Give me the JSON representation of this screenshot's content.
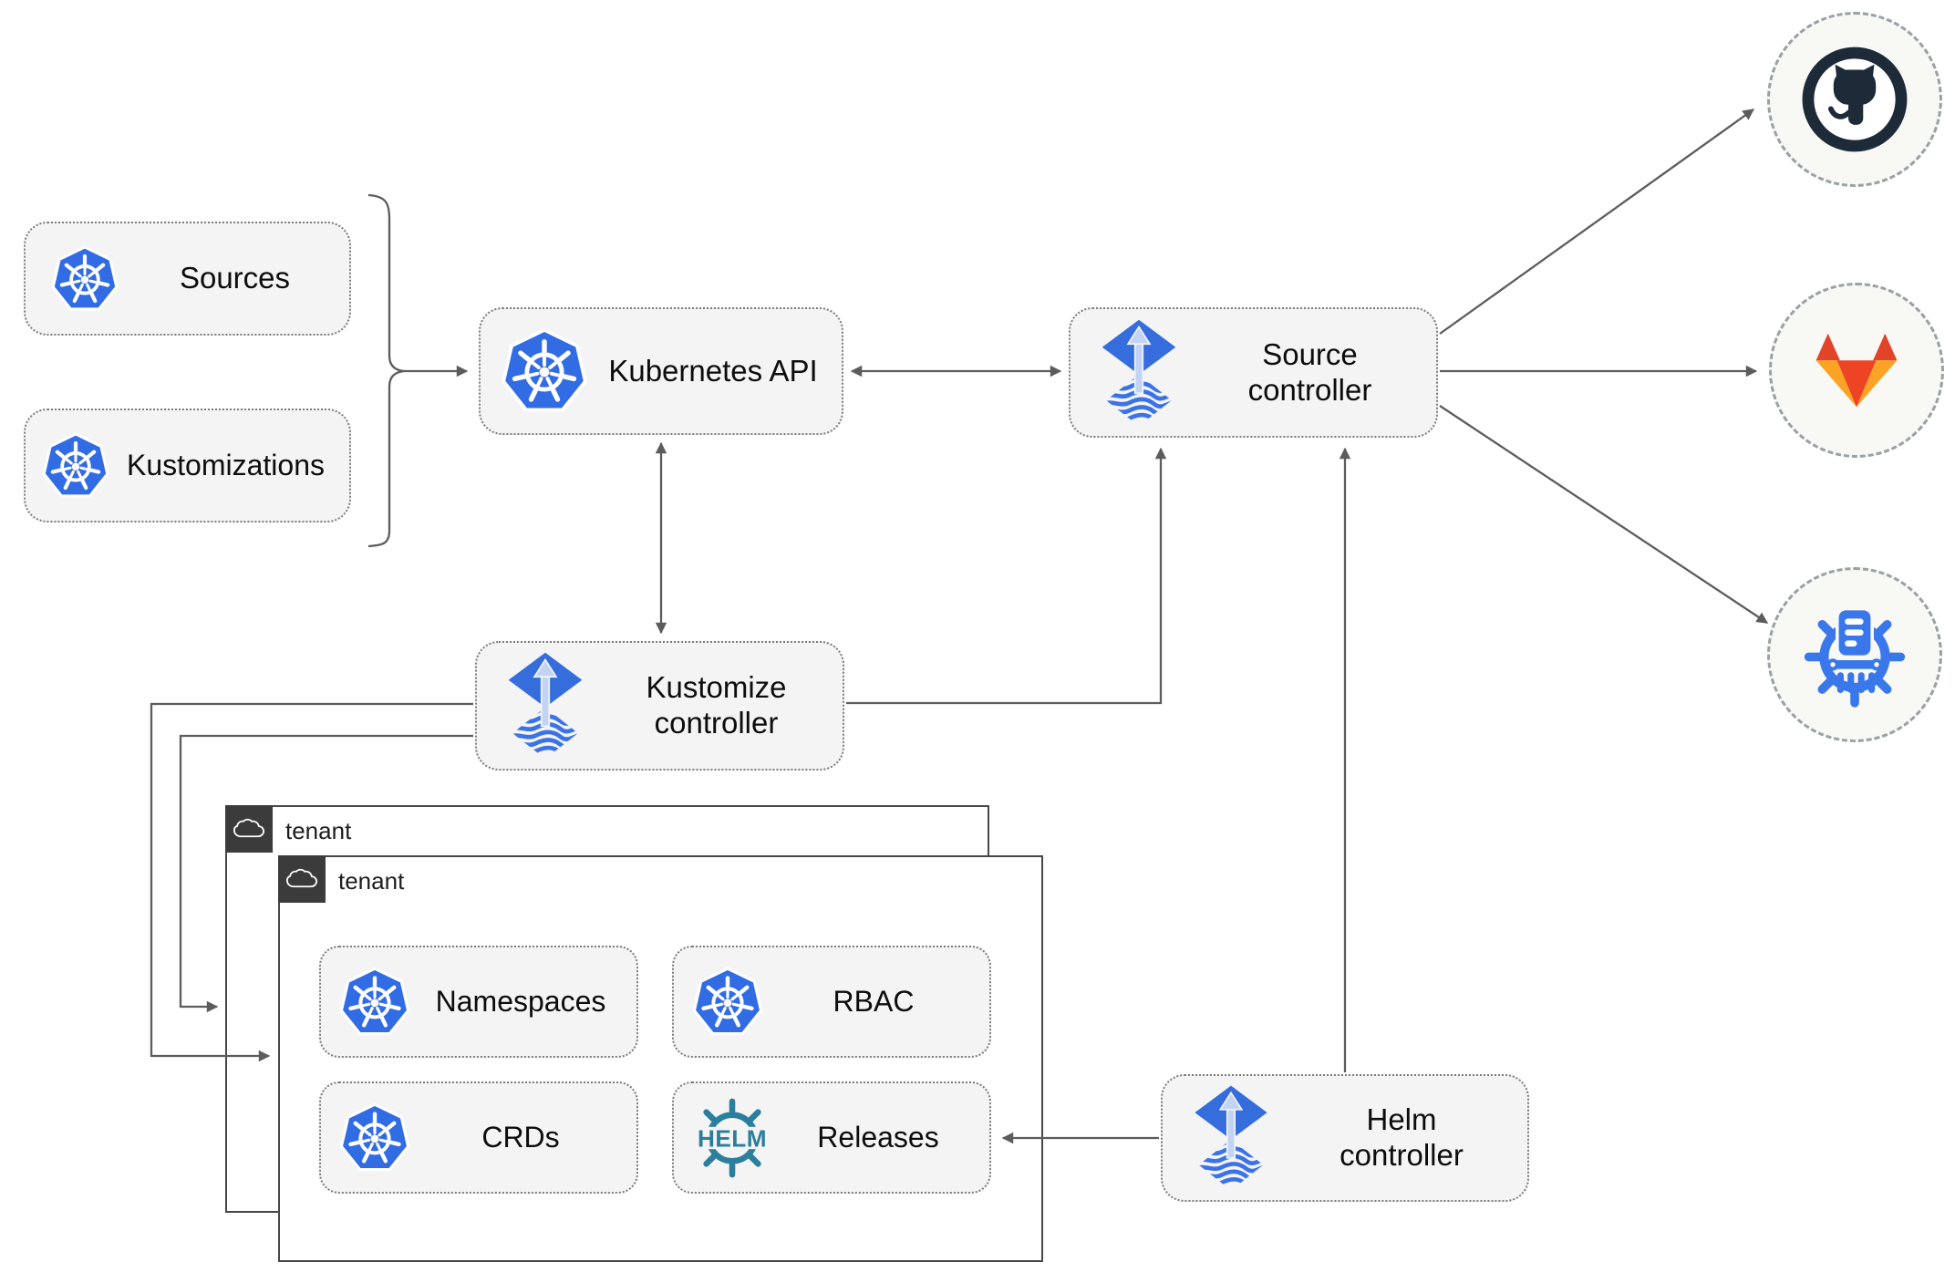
{
  "diagram": {
    "nodes": {
      "sources": {
        "label": "Sources"
      },
      "kustomizations": {
        "label": "Kustomizations"
      },
      "kubernetes_api": {
        "label": "Kubernetes API"
      },
      "source_controller": {
        "label": "Source controller"
      },
      "kustomize_controller": {
        "label": "Kustomize controller"
      },
      "helm_controller": {
        "label": "Helm controller"
      },
      "namespaces": {
        "label": "Namespaces"
      },
      "rbac": {
        "label": "RBAC"
      },
      "crds": {
        "label": "CRDs"
      },
      "releases": {
        "label": "Releases"
      }
    },
    "groups": {
      "tenant_outer": {
        "label": "tenant"
      },
      "tenant_inner": {
        "label": "tenant"
      }
    },
    "helm_logo_text": "HELM",
    "icons": {
      "kubernetes": "kubernetes-logo",
      "flux": "flux-logo",
      "github": "github-logo",
      "gitlab": "gitlab-logo",
      "chartmuseum": "chartmuseum-helm-repository-logo",
      "helm": "helm-logo",
      "cloud": "cloud-namespace-badge"
    },
    "colors": {
      "kubernetes_blue": "#326ce5",
      "flux_blue": "#356ddd",
      "flux_light_arrow": "#c2d3f4",
      "helm_teal": "#2b7f9d",
      "github_dark": "#1d2a38",
      "gitlab_red": "#e24329",
      "gitlab_orange": "#ec4424",
      "gitlab_amber": "#fca326",
      "chartmuseum_blue": "#3977ea",
      "connector_gray": "#5c5c5c",
      "node_fill": "#f4f4f4",
      "tenant_badge": "#3b3b3b"
    }
  }
}
